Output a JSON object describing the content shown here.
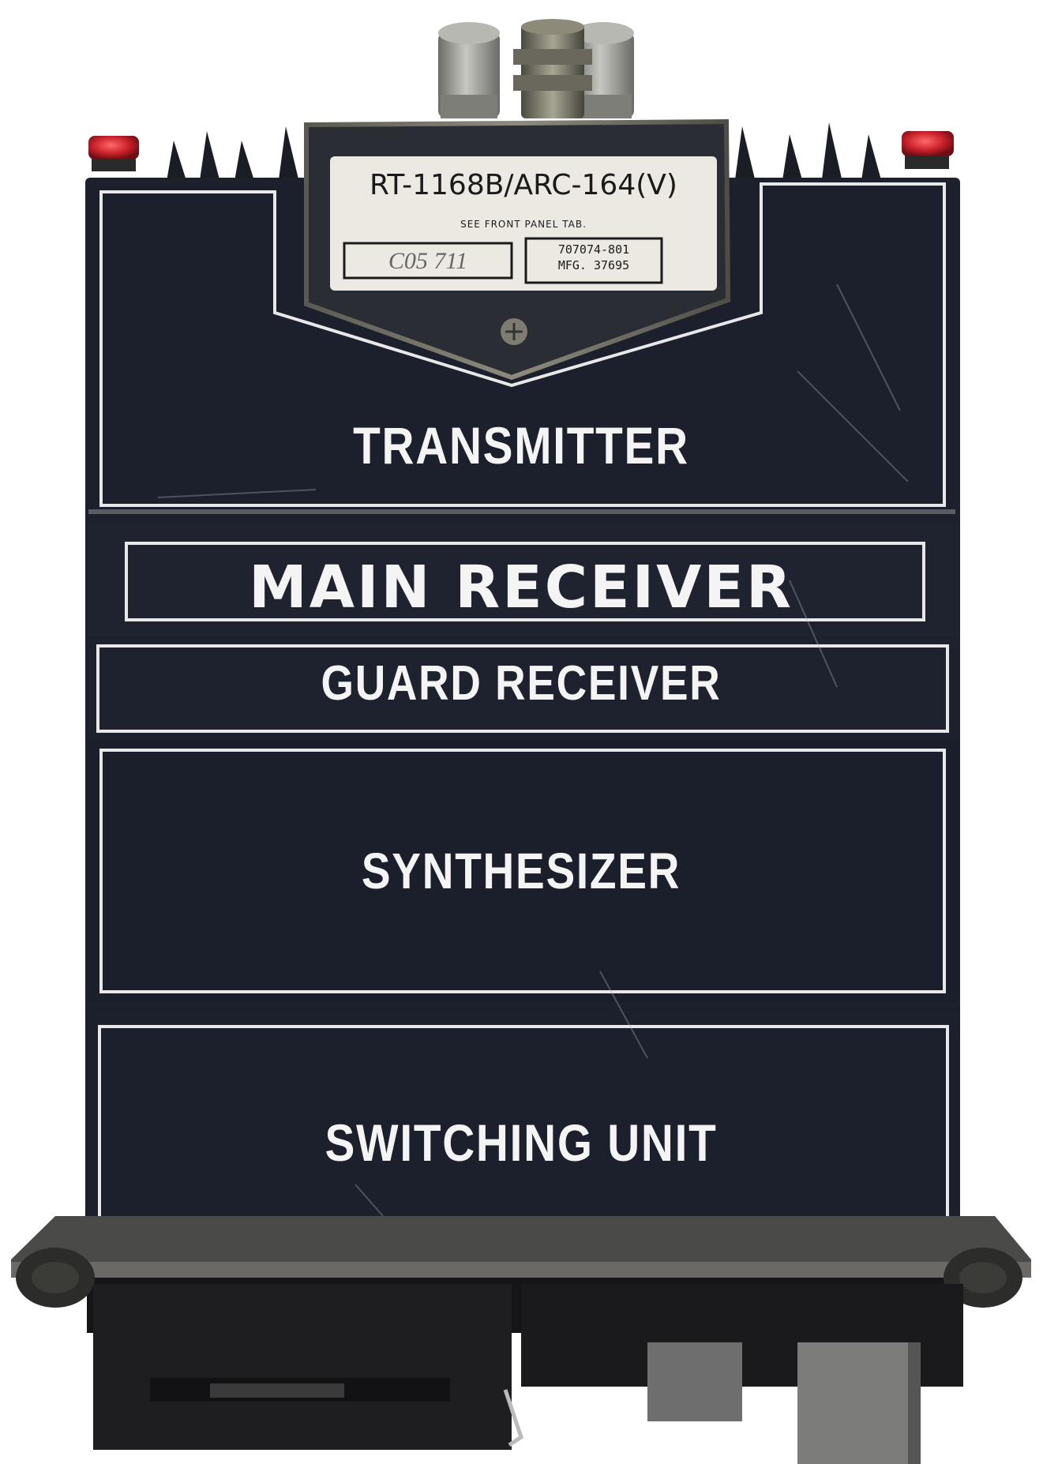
{
  "photo": {
    "subject": "radio-unit",
    "colors": {
      "background": "#ffffff",
      "panel": "#1c2030",
      "stripe": "#f2f2f2",
      "tag": "#ece9e2",
      "indicator": "#c8202a",
      "knob": "#9a9a94"
    }
  },
  "tag": {
    "model": "RT-1168B/ARC-164(V)",
    "note": "SEE FRONT PANEL TAB.",
    "serial": "C05 711",
    "part_number": "707074-801",
    "mfg": "MFG. 37695"
  },
  "panels": {
    "transmitter": "TRANSMITTER",
    "main_receiver": "MAIN RECEIVER",
    "guard_receiver": "GUARD RECEIVER",
    "synthesizer": "SYNTHESIZER",
    "switching_unit": "SWITCHING UNIT"
  }
}
